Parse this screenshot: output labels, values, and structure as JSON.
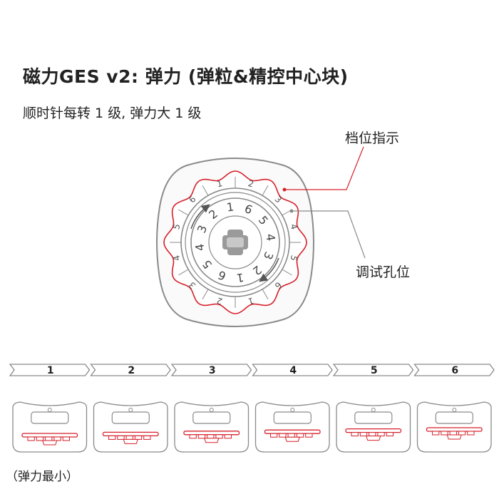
{
  "title": "磁力GES v2: 弹力 (弹粒&精控中心块)",
  "subtitle": "顺时针每转 1 级, 弹力大 1 级",
  "callouts": {
    "gear_indicator": "档位指示",
    "adjust_hole": "调试孔位"
  },
  "dial": {
    "outer_ring_numbers": [
      "1",
      "2",
      "3",
      "4",
      "5",
      "6",
      "1",
      "2",
      "3",
      "4",
      "5",
      "6"
    ],
    "inner_ring_numbers": [
      "1",
      "6",
      "5",
      "4",
      "3",
      "2",
      "1",
      "6",
      "5",
      "4",
      "3",
      "2"
    ]
  },
  "levels": [
    {
      "label": "1",
      "level": 1
    },
    {
      "label": "2",
      "level": 2
    },
    {
      "label": "3",
      "level": 3
    },
    {
      "label": "4",
      "level": 4
    },
    {
      "label": "5",
      "level": 5
    },
    {
      "label": "6",
      "level": 6
    }
  ],
  "bottom_note": "（弹力最小）",
  "colors": {
    "accent_red": "#d6202a",
    "line_gray": "#8a8a8a",
    "dark_gray": "#555555",
    "text": "#222222"
  }
}
